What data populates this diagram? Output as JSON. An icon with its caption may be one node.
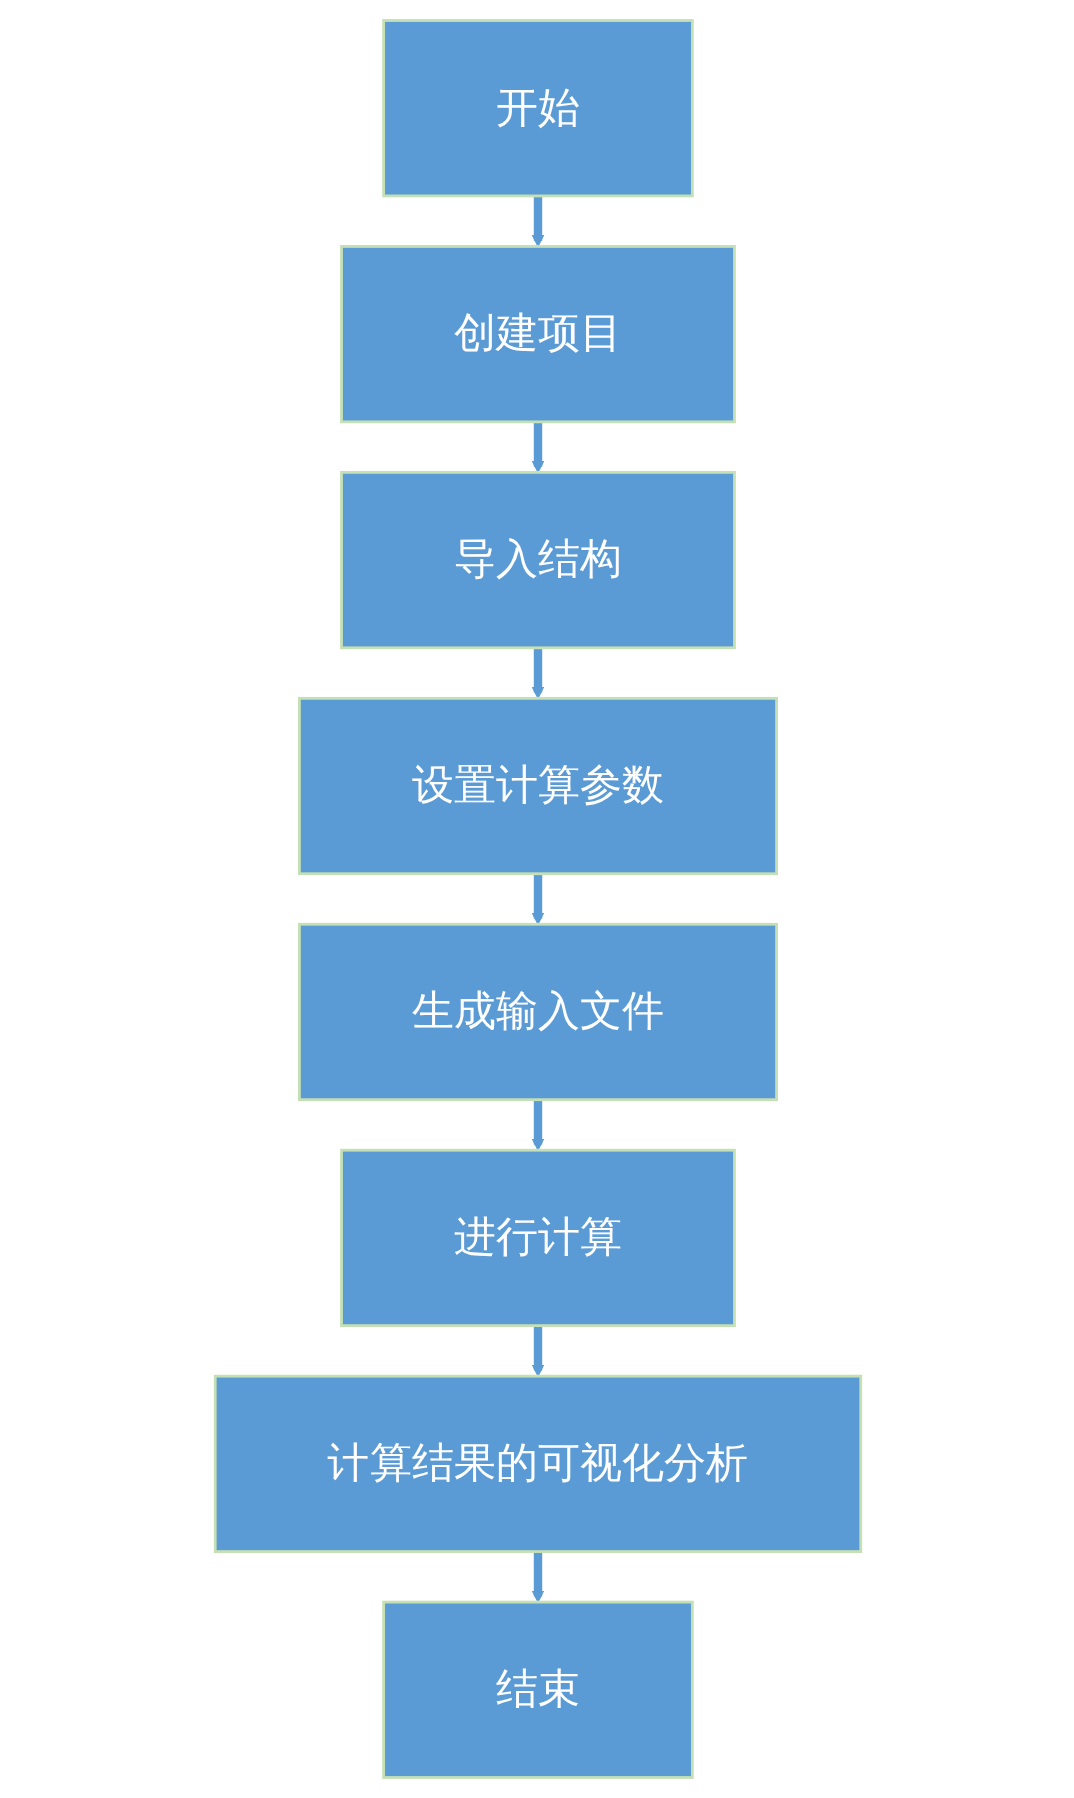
{
  "diagram": {
    "nodes": [
      {
        "text": [
          "开始"
        ]
      },
      {
        "text": [
          "创建项目"
        ]
      },
      {
        "text": [
          "导入结构"
        ]
      },
      {
        "text": [
          "设置计算参数"
        ]
      },
      {
        "text": [
          "生成输入文件"
        ]
      },
      {
        "text": [
          "进行计算"
        ]
      },
      {
        "text": [
          "计算结果的可视化分析"
        ]
      },
      {
        "text": [
          "结束"
        ]
      }
    ],
    "edges": [
      {
        "from": 0,
        "to": 1,
        "arrow": "to"
      },
      {
        "from": 1,
        "to": 2,
        "arrow": "to"
      },
      {
        "from": 2,
        "to": 3,
        "arrow": "to"
      },
      {
        "from": 3,
        "to": 4,
        "arrow": "to"
      },
      {
        "from": 4,
        "to": 5,
        "arrow": "to"
      },
      {
        "from": 5,
        "to": 6,
        "arrow": "to"
      },
      {
        "from": 6,
        "to": 7,
        "arrow": "to"
      }
    ]
  }
}
